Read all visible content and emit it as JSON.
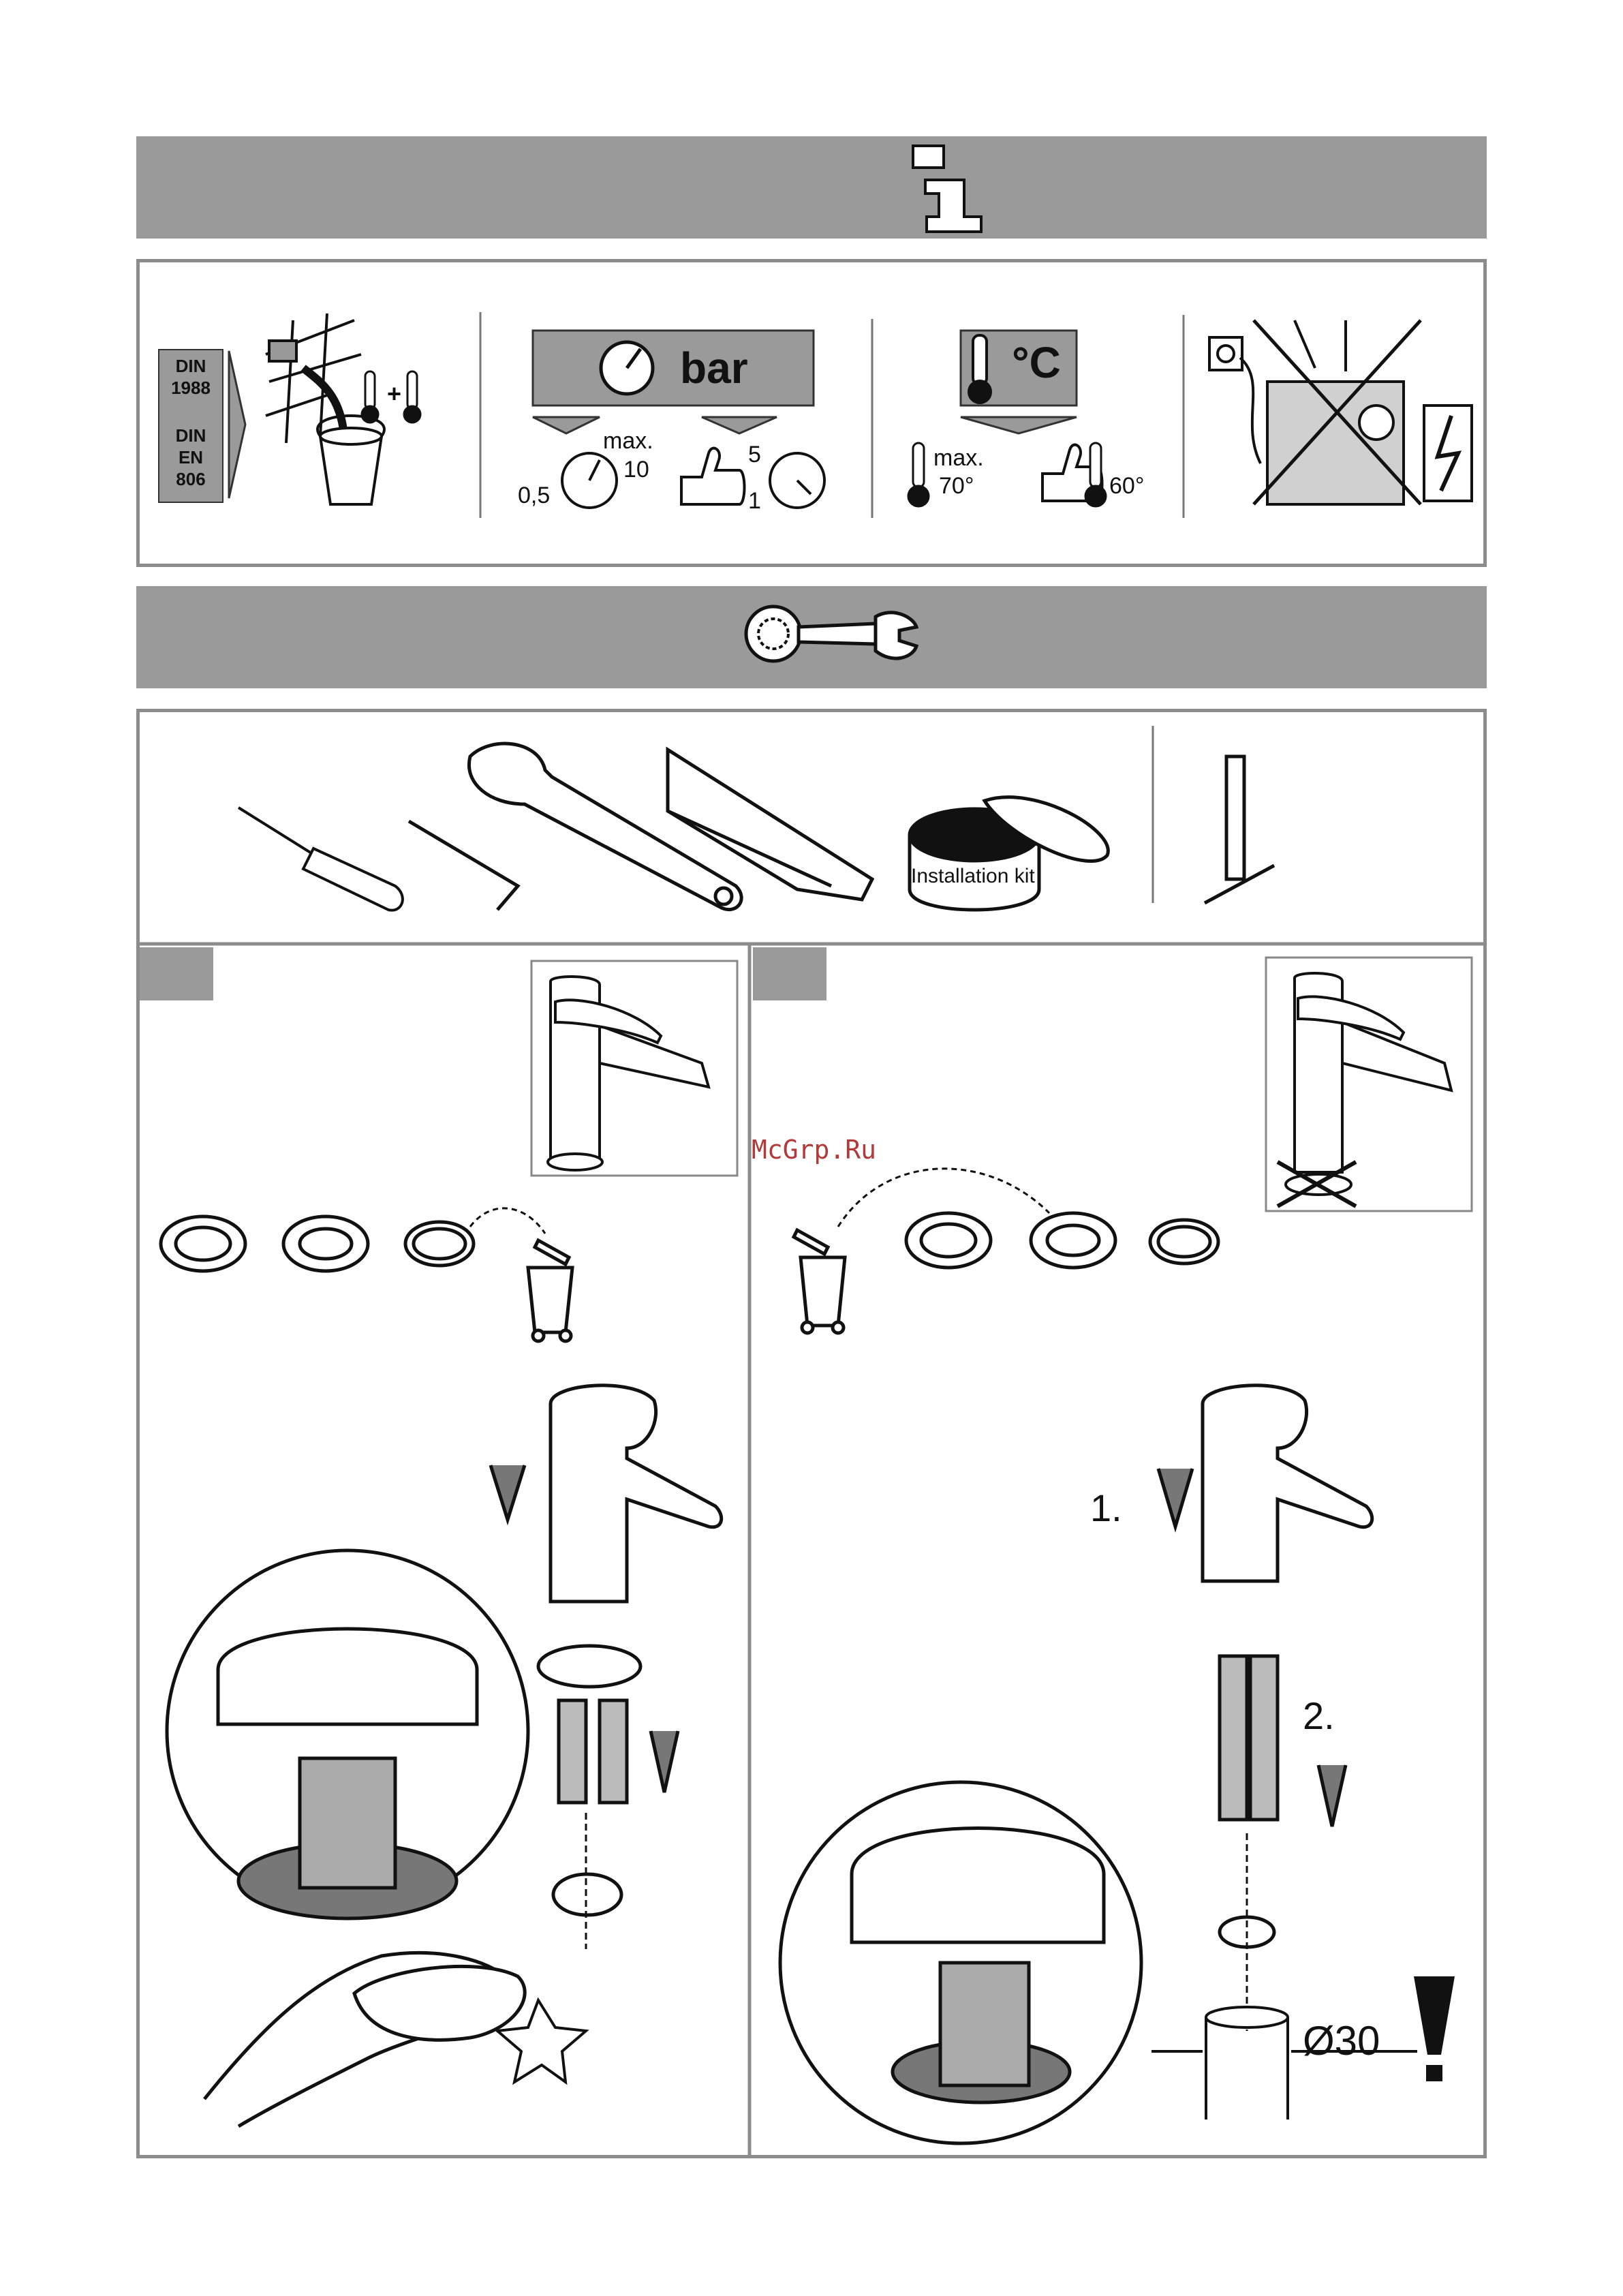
{
  "info_section": {
    "din_labels": [
      "DIN",
      "1988",
      "DIN",
      "EN",
      "806"
    ],
    "pressure": {
      "unit": "bar",
      "min": "0,5",
      "max_label": "max.",
      "max_value": "10",
      "recommended_high": "5",
      "recommended_low": "1"
    },
    "temperature": {
      "unit": "°C",
      "max_label": "max.",
      "max_value": "70°",
      "recommended": "60°"
    }
  },
  "tools_section": {
    "installation_kit_label": "Installation kit"
  },
  "watermark": "McGrp.Ru",
  "right_panel": {
    "step1": "1.",
    "step2": "2.",
    "diameter": "Ø30"
  }
}
